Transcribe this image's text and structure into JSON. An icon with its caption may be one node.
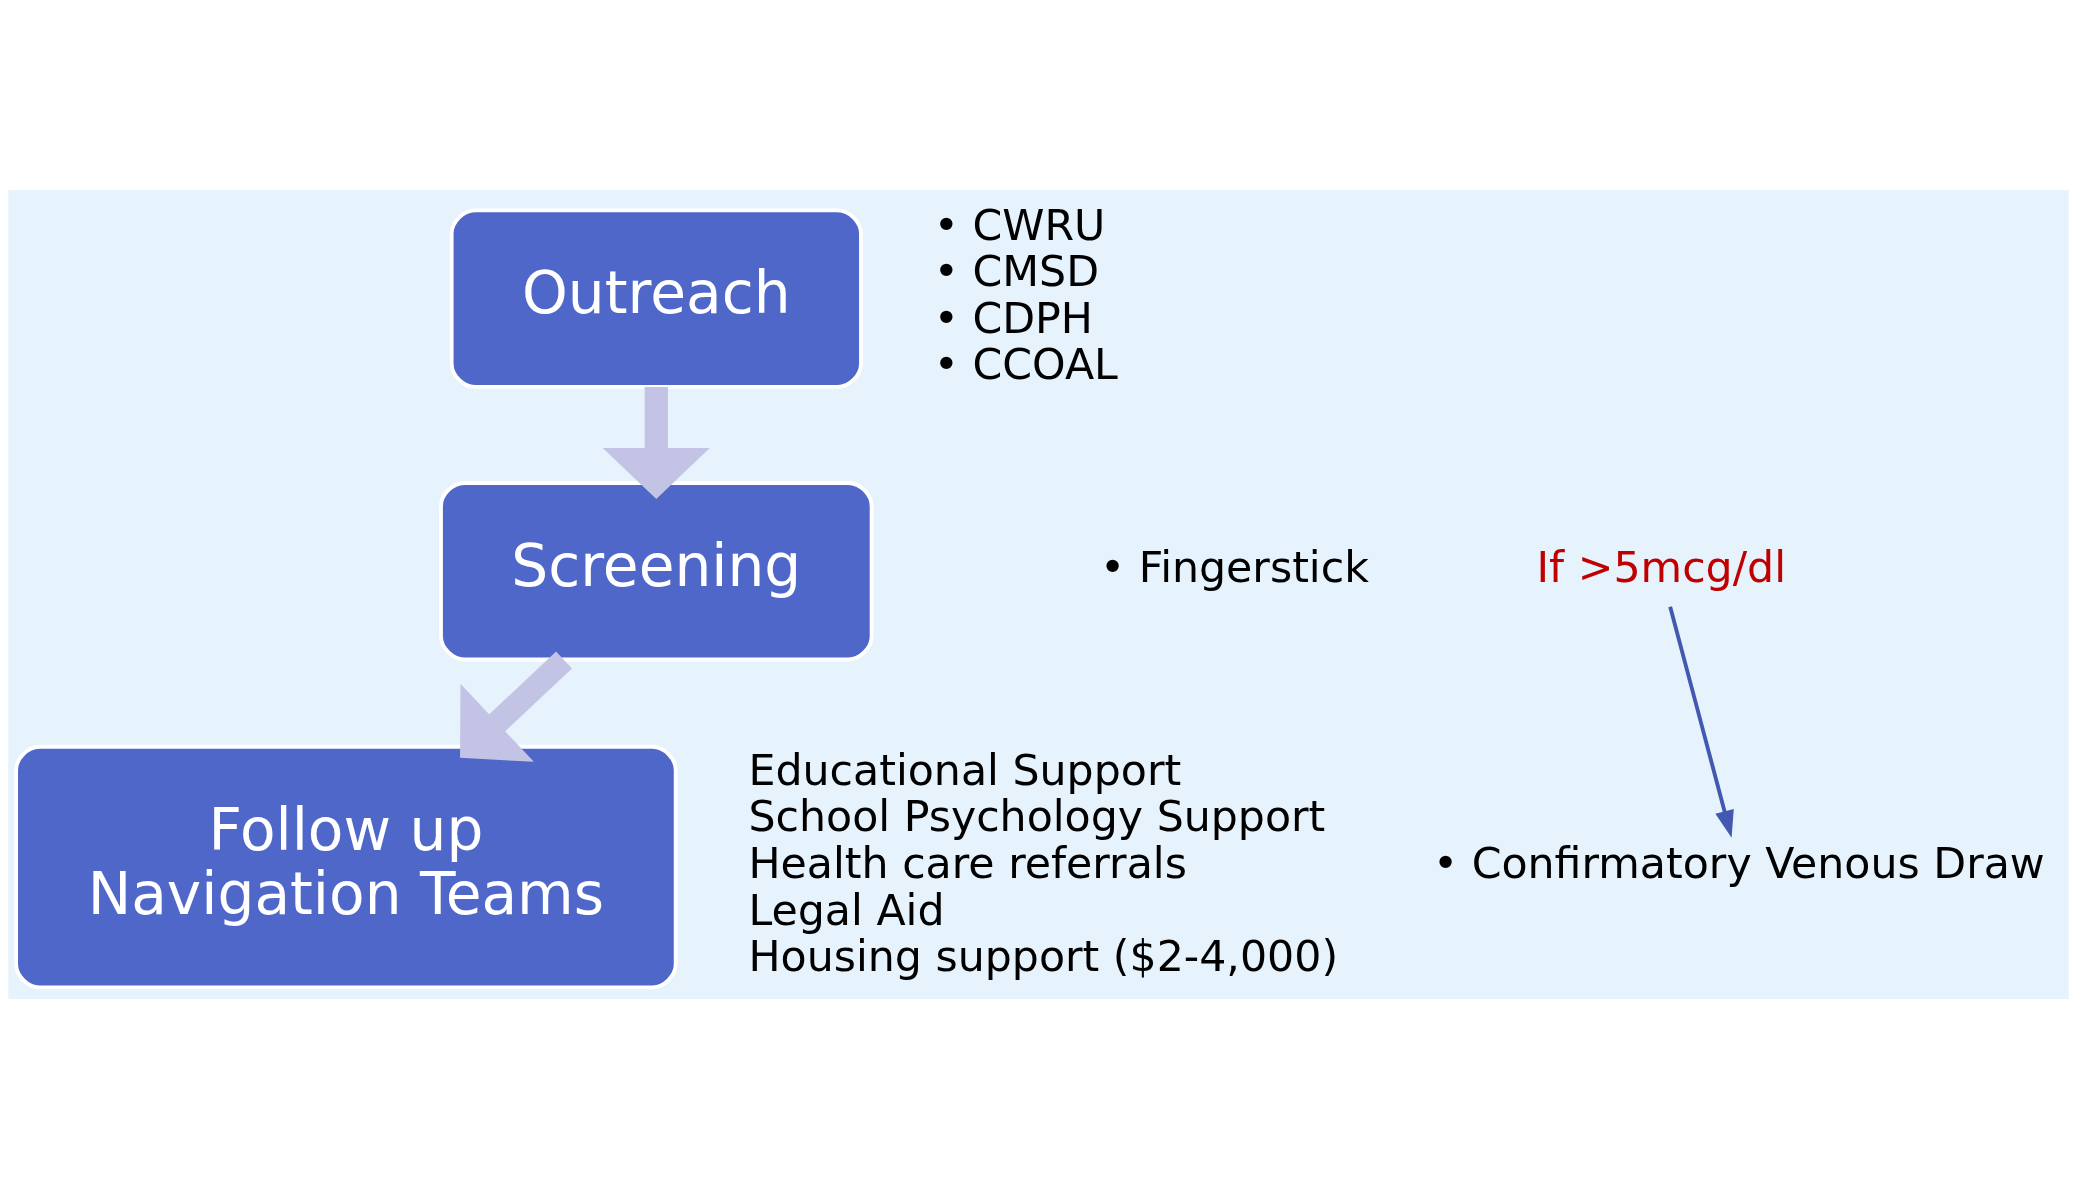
{
  "diagram": {
    "nodes": [
      {
        "text": [
          "Outreach"
        ],
        "beside": [
          "• CWRU",
          "• CMSD",
          "• CDPH",
          "• CCOAL"
        ]
      },
      {
        "text": [
          "Screening"
        ]
      },
      {
        "text": [
          "Follow up",
          "Navigation Teams"
        ],
        "beside": [
          "Educational Support",
          "School Psychology Support",
          "Health care referrals",
          "Legal Aid",
          "Housing support ($2-4,000)"
        ]
      },
      {
        "text": [
          "If >5mcg/dl"
        ]
      },
      {
        "text": [
          "• Confirmatory Venous Draw"
        ]
      }
    ],
    "edges": [
      {
        "from": 0,
        "to": 1,
        "arrow": "to"
      },
      {
        "from": 1,
        "to": 2,
        "arrow": "to"
      },
      {
        "from": 3,
        "to": 4,
        "arrow": "to",
        "color": "#4358b0"
      }
    ],
    "labels": [
      "• Fingerstick"
    ]
  }
}
